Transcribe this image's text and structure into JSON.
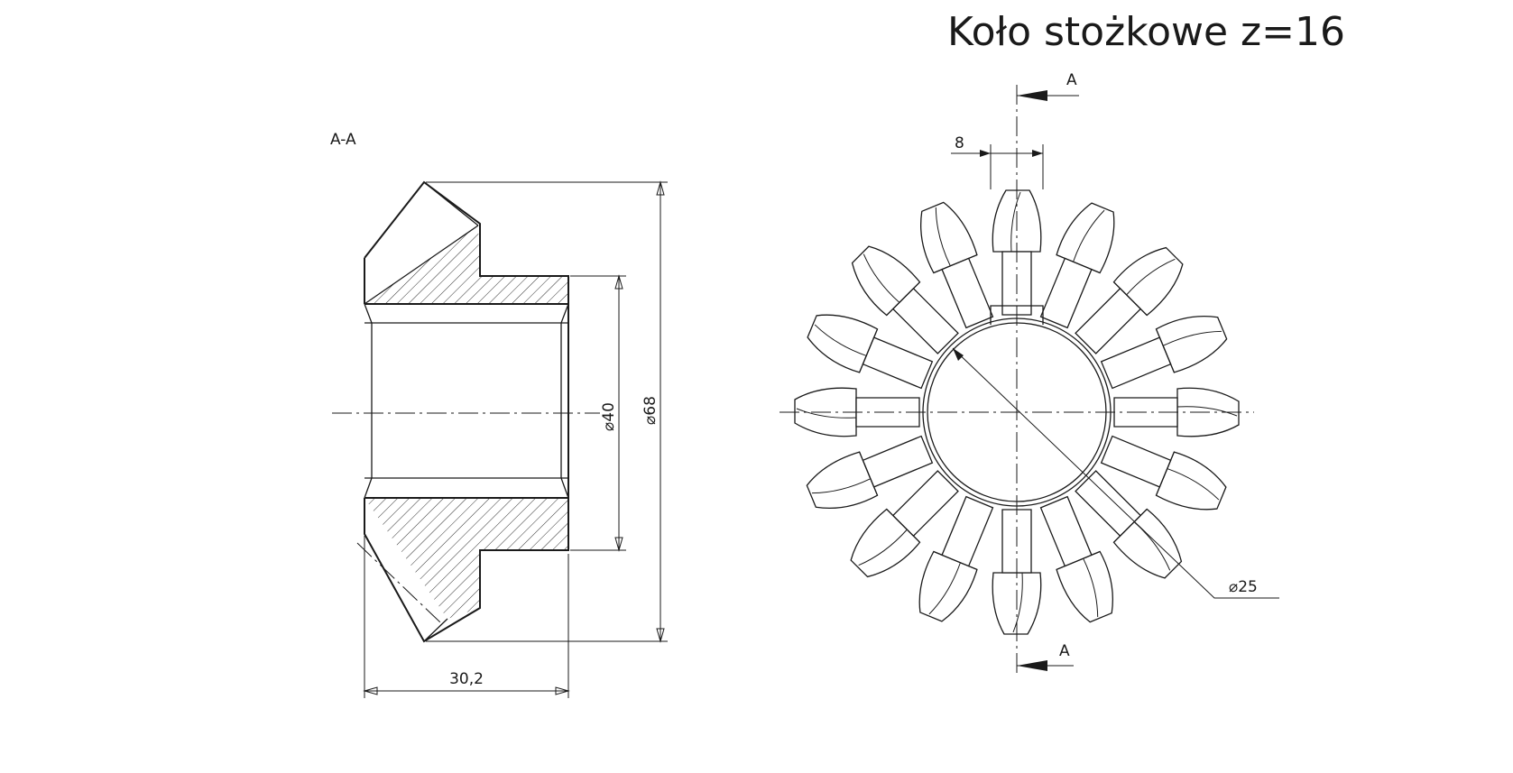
{
  "title": "Koło stożkowe z=16",
  "section": {
    "label": "A-A",
    "dims": {
      "bore": "⌀40",
      "outer": "⌀68",
      "length": "30,2"
    }
  },
  "front_view": {
    "teeth": 16,
    "cut_label_top": "A",
    "cut_label_bottom": "A",
    "keyway_width": "8",
    "shaft_dim": "⌀25"
  },
  "colors": {
    "line": "#1a1a1a",
    "background": "#ffffff"
  }
}
